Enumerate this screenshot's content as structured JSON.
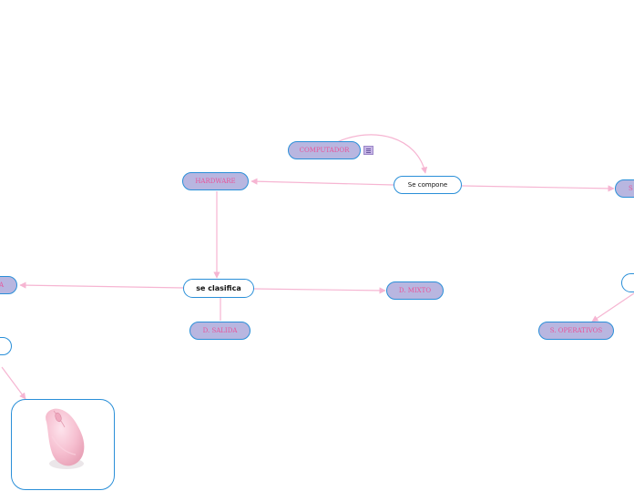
{
  "diagram": {
    "computador": "COMPUTADOR",
    "se_compone": "Se compone",
    "hardware": "HARDWARE",
    "se_clasifica": "se clasifica",
    "d_mixto": "D. MIXTO",
    "d_salida": "D. SALIDA",
    "s_operativos": "S. OPERATIVOS",
    "software_partial": "S",
    "left_partial": "A"
  },
  "colors": {
    "link": "#f6b5d2",
    "topic_fill": "#b8b6e0",
    "topic_text": "#e8559a",
    "border": "#2a8fd8"
  },
  "icons": {
    "note": "note-icon",
    "mouse": "computer-mouse-image"
  }
}
